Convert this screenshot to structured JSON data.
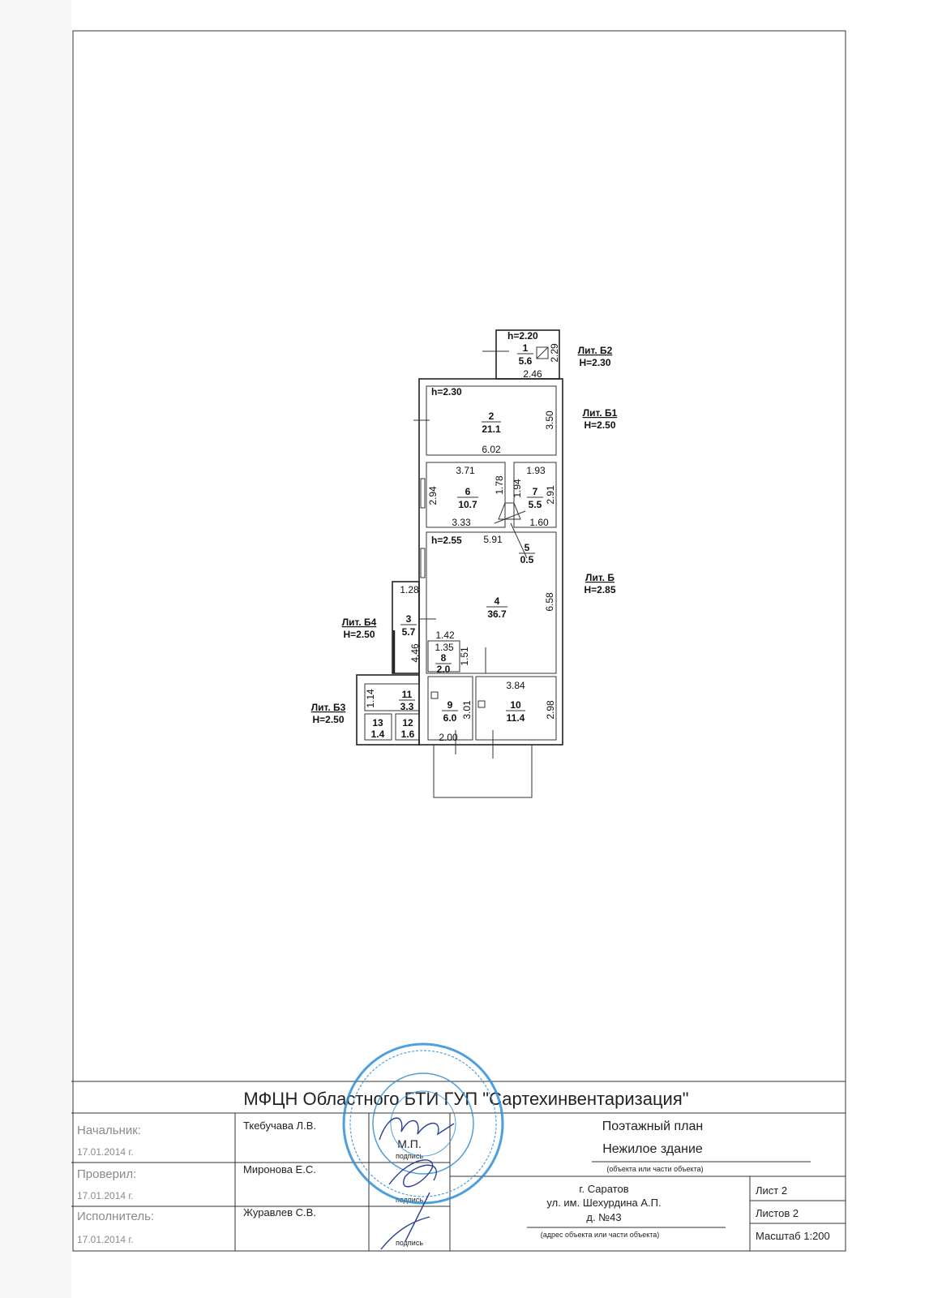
{
  "plan": {
    "rooms": [
      {
        "num": "1",
        "area": "5.6"
      },
      {
        "num": "2",
        "area": "21.1"
      },
      {
        "num": "3",
        "area": "5.7"
      },
      {
        "num": "4",
        "area": "36.7"
      },
      {
        "num": "5",
        "area": "0.5"
      },
      {
        "num": "6",
        "area": "10.7"
      },
      {
        "num": "7",
        "area": "5.5"
      },
      {
        "num": "8",
        "area": "2.0"
      },
      {
        "num": "9",
        "area": "6.0"
      },
      {
        "num": "10",
        "area": "11.4"
      },
      {
        "num": "11",
        "area": "3.3"
      },
      {
        "num": "12",
        "area": "1.6"
      },
      {
        "num": "13",
        "area": "1.4"
      }
    ],
    "heights": {
      "b2_room": "h=2.20",
      "b1_room": "h=2.30",
      "b_room": "h=2.55"
    },
    "liters": [
      {
        "name": "Лит. Б2",
        "height": "H=2.30"
      },
      {
        "name": "Лит. Б1",
        "height": "H=2.50"
      },
      {
        "name": "Лит. Б",
        "height": "H=2.85"
      },
      {
        "name": "Лит. Б4",
        "height": "H=2.50"
      },
      {
        "name": "Лит. Б3",
        "height": "H=2.50"
      }
    ],
    "dims": {
      "d229": "2.29",
      "d246": "2.46",
      "d350": "3.50",
      "d602": "6.02",
      "d371": "3.71",
      "d178": "1.78",
      "d193": "1.93",
      "d194": "1.94",
      "d291": "2.91",
      "d294": "2.94",
      "d333": "3.33",
      "d160": "1.60",
      "d591": "5.91",
      "d658": "6.58",
      "d128": "1.28",
      "d446": "4.46",
      "d142": "1.42",
      "d135": "1.35",
      "d151": "1.51",
      "d114": "1.14",
      "d384": "3.84",
      "d301": "3.01",
      "d298": "2.98",
      "d200": "2.00"
    }
  },
  "title_block": {
    "organization": "МФЦН Областного БТИ ГУП \"Сартехинвентаризация\"",
    "rows": [
      {
        "role": "Начальник:",
        "date": "17.01.2014 г.",
        "name": "Ткебучава Л.В.",
        "sign": "подпись"
      },
      {
        "role": "Проверил:",
        "date": "17.01.2014 г.",
        "name": "Миронова Е.С.",
        "sign": "подпись"
      },
      {
        "role": "Исполнитель:",
        "date": "17.01.2014 г.",
        "name": "Журавлев С.В.",
        "sign": "подпись"
      }
    ],
    "mp": "М.П.",
    "doc_type": "Поэтажный план",
    "object": "Нежилое здание",
    "object_caption": "(объекта или части объекта)",
    "address_city": "г. Саратов",
    "address_street": "ул. им. Шехурдина А.П.",
    "address_house": "д. №43",
    "address_caption": "(адрес объекта или части объекта)",
    "sheet": "Лист 2",
    "sheets": "Листов  2",
    "scale": "Масштаб 1:200"
  },
  "colors": {
    "stamp": "#2f8fd8",
    "ink": "#222222"
  }
}
